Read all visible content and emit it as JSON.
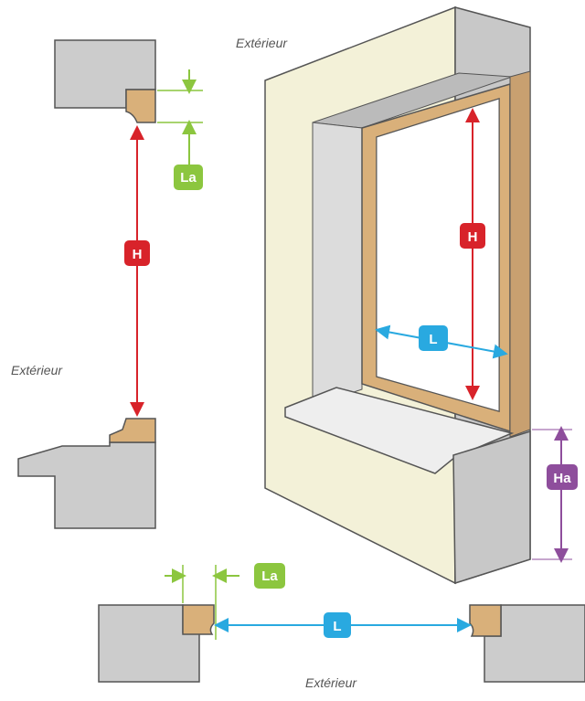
{
  "labels": {
    "exterior_top": "Extérieur",
    "exterior_left": "Extérieur",
    "exterior_bottom": "Extérieur"
  },
  "badges": {
    "height": "H",
    "width": "L",
    "rebate_width": "La",
    "sill_height": "Ha"
  },
  "colors": {
    "height": "#d8232a",
    "width": "#29a9e0",
    "rebate_width": "#8cc63f",
    "sill_height": "#8e4e9c",
    "wall": "#f3f1d8",
    "masonry": "#c8c8c8",
    "frame": "#d9b07a",
    "sill": "#eeeeee"
  }
}
